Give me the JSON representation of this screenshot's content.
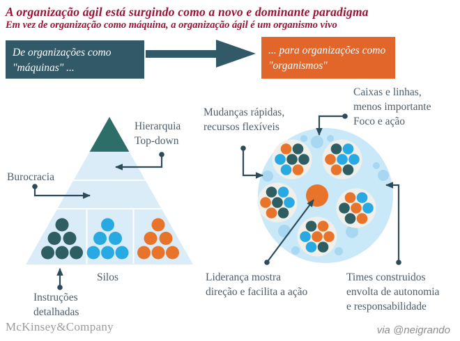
{
  "header": {
    "title": "A organização ágil está surgindo como a novo e dominante paradigma",
    "subtitle": "Em vez de organização como máquina, a organização ágil é um organismo vivo"
  },
  "transition": {
    "from_label": "De organizações como \"máquinas\" ...",
    "to_label": "... para organizações como \"organismos\""
  },
  "machine": {
    "labels": {
      "hierarchy": [
        "Hierarquia",
        "Top-down"
      ],
      "bureaucracy": [
        "Burocracia"
      ],
      "silos": [
        "Silos"
      ],
      "instructions": [
        "Instruções",
        "detalhadas"
      ]
    },
    "dot_groups": [
      "teal",
      "blue",
      "orange"
    ]
  },
  "organism": {
    "labels": {
      "changes": [
        "Mudanças rápidas,",
        "recursos flexíveis"
      ],
      "boxes": [
        "Caixas e linhas,",
        "menos importante",
        "Foco e ação"
      ],
      "leadership": [
        "Liderança mostra",
        "direção e facilita a ação"
      ],
      "teams": [
        "Times construidos",
        "envolta de autonomia",
        "e responsabilidade"
      ]
    },
    "team_dots": {
      "top_left": [
        "orange",
        "teal",
        "blue",
        "teal",
        "teal",
        "blue",
        "orange"
      ],
      "top_right": [
        "teal",
        "blue",
        "orange",
        "blue",
        "blue",
        "orange",
        "teal"
      ],
      "left": [
        "teal",
        "blue",
        "orange",
        "teal",
        "blue",
        "orange",
        "teal"
      ],
      "right": [
        "orange",
        "blue",
        "teal",
        "orange",
        "blue",
        "teal",
        "orange"
      ],
      "bottom": [
        "teal",
        "orange",
        "blue",
        "orange",
        "orange",
        "blue",
        "teal"
      ]
    }
  },
  "footer": {
    "brand": "McKinsey&Company",
    "credit": "via @neigrando"
  },
  "colors": {
    "title_red": "#9c1233",
    "box_teal": "#315968",
    "box_orange": "#e2662a",
    "connector": "#2c4b5a",
    "label_gray": "#4e5c68",
    "pyramid_fill": "#d9ecf8",
    "cap_teal": "#2e6e68",
    "teal_dot": "#2f5e62",
    "blue_dot": "#29a9e1",
    "orange_dot": "#e8742b",
    "big_circle": "#c9e8f8",
    "blob": "#a7d7f1",
    "white_circle": "#f0efe9",
    "footer_gray": "#9b9b9b",
    "credit_gray": "#8d8d8d"
  }
}
